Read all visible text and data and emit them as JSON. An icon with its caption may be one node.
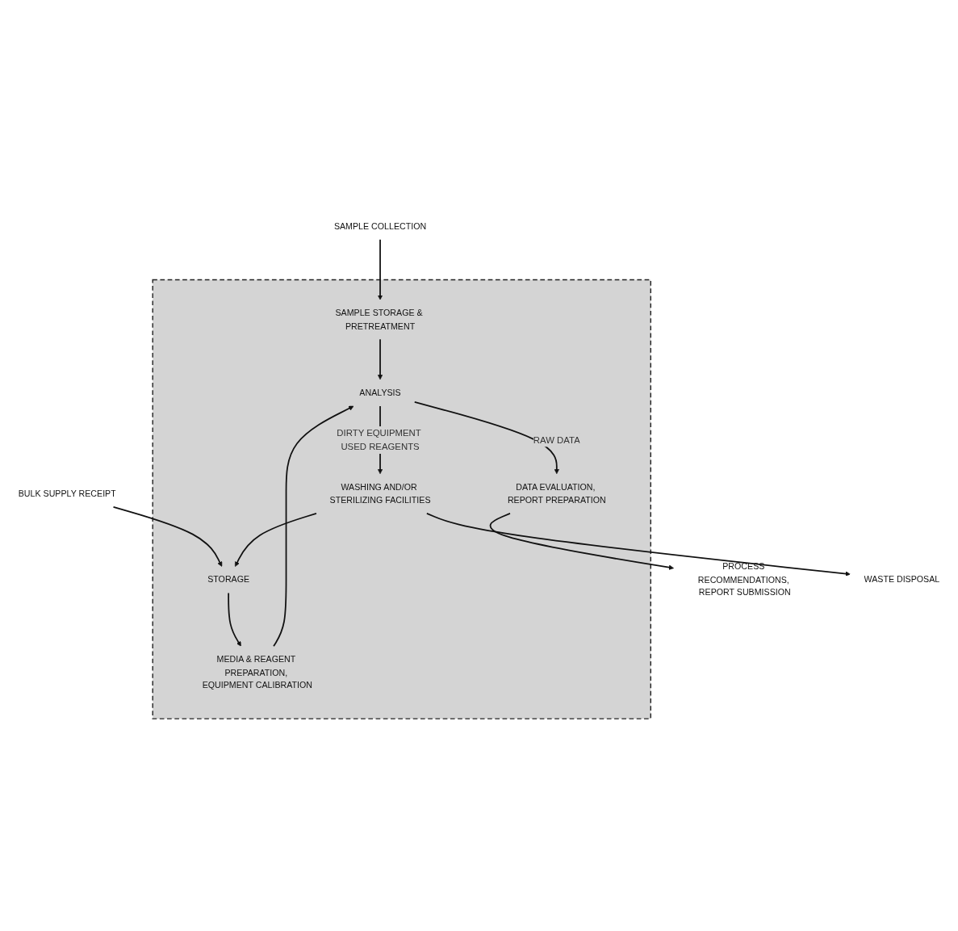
{
  "diagram": {
    "nodes": [
      {
        "text": [
          "SAMPLE COLLECTION"
        ]
      },
      {
        "text": [],
        "shape": "box"
      },
      {
        "text": [
          "SAMPLE STORAGE & PRETREATMENT"
        ],
        "in": 1
      },
      {
        "text": [
          "MEDIA & REAGENT PREPARATION, EQUIPMENT CALIBRATION"
        ],
        "in": 1
      },
      {
        "text": [
          "ANALYSIS"
        ],
        "in": 1
      },
      {
        "text": [
          "STORAGE"
        ],
        "in": 1
      },
      {
        "text": [
          "BULK SUPPLY RECEIPT"
        ]
      },
      {
        "text": [
          "DATA EVALUATION, REPORT PREPARATION"
        ],
        "in": 1
      },
      {
        "text": [
          "WASHING AND/OR STERILIZING FACILITIES"
        ],
        "in": 1
      },
      {
        "text": [
          "PROCESS RECOMMENDATIONS, REPORT SUBMISSION"
        ]
      },
      {
        "text": [
          "WASTE DISPOSAL"
        ]
      }
    ],
    "edges": [
      {
        "from": 0,
        "to": 2,
        "arrow": "to"
      },
      {
        "from": 2,
        "to": 4,
        "arrow": "to"
      },
      {
        "from": 3,
        "to": 4,
        "arrow": "to"
      },
      {
        "from": 5,
        "to": 3,
        "arrow": "to"
      },
      {
        "from": 6,
        "to": 5,
        "arrow": "to"
      },
      {
        "from": 4,
        "to": 7,
        "label": "RAW DATA",
        "arrow": "to"
      },
      {
        "from": 4,
        "to": 8,
        "label": "DIRTY EQUIPMENT USED REAGENTS",
        "arrow": "to"
      },
      {
        "from": 8,
        "to": 5,
        "arrow": "to"
      },
      {
        "from": 7,
        "to": 9,
        "arrow": "to"
      },
      {
        "from": 8,
        "to": 10,
        "arrow": "to"
      }
    ]
  }
}
